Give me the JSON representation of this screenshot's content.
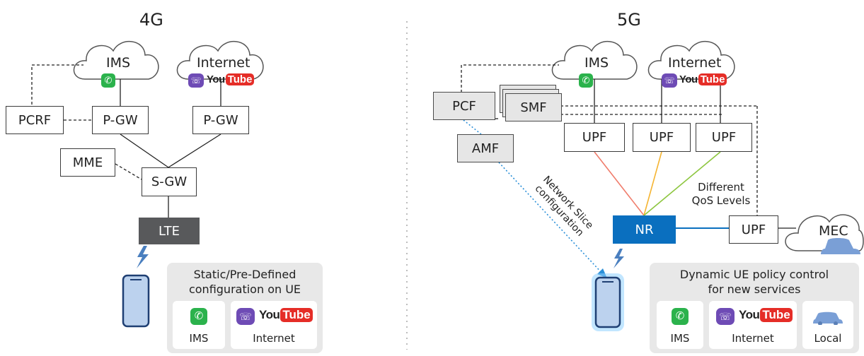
{
  "four_g": {
    "heading": "4G",
    "ims_cloud": "IMS",
    "internet_cloud": "Internet",
    "pcrf": "PCRF",
    "pgw_ims": "P-GW",
    "pgw_internet": "P-GW",
    "mme": "MME",
    "sgw": "S-GW",
    "lte": "LTE",
    "panel": {
      "title": "Static/Pre-Defined configuration on UE",
      "ims_label": "IMS",
      "internet_label": "Internet"
    }
  },
  "five_g": {
    "heading": "5G",
    "ims_cloud": "IMS",
    "internet_cloud": "Internet",
    "pcf": "PCF",
    "smf": "SMF",
    "amf": "AMF",
    "upf_1": "UPF",
    "upf_2": "UPF",
    "upf_3": "UPF",
    "upf_edge": "UPF",
    "nr": "NR",
    "mec": "MEC",
    "qos_label": "Different QoS Levels",
    "slice_label": "Network Slice configuration",
    "panel": {
      "title": "Dynamic UE policy control for new services",
      "ims_label": "IMS",
      "internet_label": "Internet",
      "local_label": "Local"
    }
  },
  "youtube": {
    "you": "You",
    "tube": "Tube"
  },
  "colors": {
    "call_icon": "#2bb24c",
    "viber_icon": "#6e4bb5",
    "youtube_red": "#e52d27",
    "nr_blue": "#0a6fbf",
    "lte_gray": "#58595b",
    "qos_red": "#f07c6b",
    "qos_yellow": "#f5b431",
    "qos_green": "#8dc63f",
    "slice_blue": "#2a8fd8"
  },
  "icons": [
    "phone-call-icon",
    "viber-icon",
    "youtube-logo",
    "smartphone-icon",
    "lightning-icon",
    "car-icon",
    "cloud-icon"
  ]
}
